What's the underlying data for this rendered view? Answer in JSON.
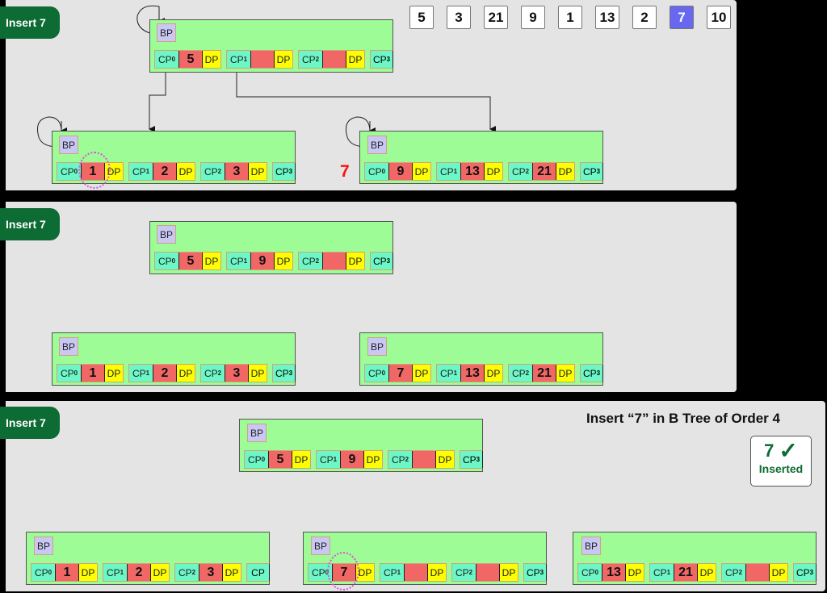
{
  "sequence": [
    "5",
    "3",
    "21",
    "9",
    "1",
    "13",
    "2",
    "7",
    "10"
  ],
  "sequence_active_index": 7,
  "colors": {
    "panel_bg": "#e4e4e4",
    "badge_bg": "#0d6b34",
    "node_bg": "#9dfc96",
    "child_pointer": "#6cf7c7",
    "key": "#f06766",
    "data_pointer": "#fefe00",
    "block_pointer": "#c9c8f4",
    "active_seq": "#6767ef",
    "pending": "#ff1111"
  },
  "labels": {
    "bp": "BP",
    "cp": "CP",
    "dp": "DP"
  },
  "panels": [
    {
      "badge": "Insert 7",
      "pending_key": "7",
      "root": {
        "keys": [
          "5",
          "",
          ""
        ]
      },
      "children": [
        {
          "keys": [
            "1",
            "2",
            "3"
          ]
        },
        {
          "keys": [
            "9",
            "13",
            "21"
          ]
        }
      ]
    },
    {
      "badge": "Insert 7",
      "root": {
        "keys": [
          "5",
          "9",
          ""
        ]
      },
      "children": [
        {
          "keys": [
            "1",
            "2",
            "3"
          ]
        },
        {
          "keys": [
            "7",
            "13",
            "21"
          ]
        }
      ]
    },
    {
      "badge": "Insert 7",
      "title": "Insert “7” in B Tree of Order 4",
      "status": {
        "value": "7",
        "check": "✓",
        "label": "Inserted"
      },
      "root": {
        "keys": [
          "5",
          "9",
          ""
        ]
      },
      "children": [
        {
          "keys": [
            "1",
            "2",
            "3"
          ]
        },
        {
          "keys": [
            "7",
            "",
            ""
          ]
        },
        {
          "keys": [
            "13",
            "21",
            ""
          ]
        }
      ]
    }
  ]
}
